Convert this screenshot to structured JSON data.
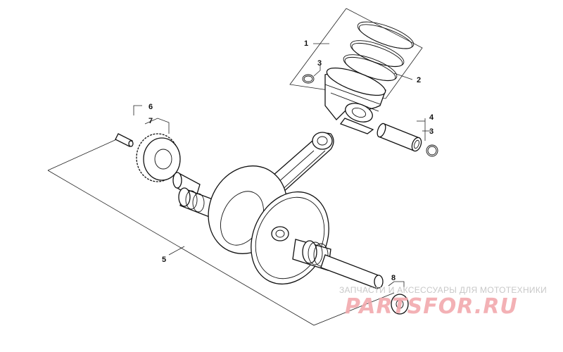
{
  "callouts": [
    {
      "id": "1",
      "label": "1"
    },
    {
      "id": "2",
      "label": "2"
    },
    {
      "id": "3a",
      "label": "3"
    },
    {
      "id": "3b",
      "label": "3"
    },
    {
      "id": "4",
      "label": "4"
    },
    {
      "id": "5",
      "label": "5"
    },
    {
      "id": "6",
      "label": "6"
    },
    {
      "id": "7",
      "label": "7"
    },
    {
      "id": "8",
      "label": "8"
    }
  ],
  "watermark": {
    "tagline": "ЗАПЧАСТИ И АКСЕССУАРЫ ДЛЯ МОТОТЕХНИКИ",
    "logo": "PARTSFOR.RU",
    "logo_color": "#f2a9ad"
  }
}
